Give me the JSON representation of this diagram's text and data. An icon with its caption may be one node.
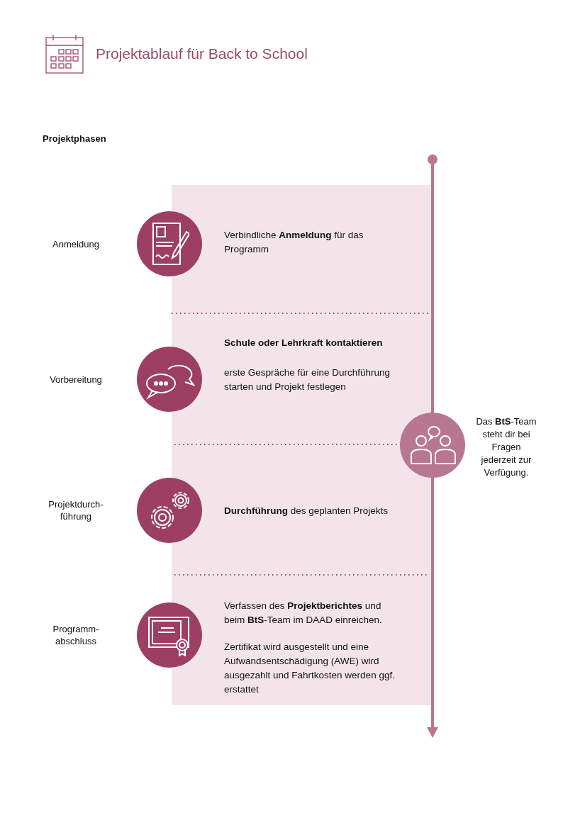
{
  "diagram": {
    "title": "Projektablauf für Back to School",
    "labels": [
      "Projektphasen",
      "Anmeldung",
      "Vorbereitung",
      "Projektdurch-führung",
      "Programm-abschluss"
    ],
    "nodes": [
      {
        "text": [],
        "shape": "circle",
        "beside": [
          "Verbindliche **Anmeldung** für das Programm"
        ]
      },
      {
        "text": [],
        "shape": "circle",
        "beside": [
          "Schule oder Lehrkraft kontaktieren",
          "erste Gespräche für eine Durchführung starten und Projekt festlegen"
        ]
      },
      {
        "text": [],
        "shape": "circle",
        "beside": [
          "Das **BtS**-Team steht dir bei Fragen jederzeit zur Verfügung."
        ]
      },
      {
        "text": [],
        "shape": "circle",
        "beside": [
          "**Durchführung** des geplanten Projekts"
        ]
      },
      {
        "text": [],
        "shape": "circle",
        "beside": [
          "Verfassen des **Projektberichtes** und beim **BtS**-Team im DAAD einreichen.",
          "Zertifikat wird ausgestellt und eine Aufwandsentschädigung (AWE) wird ausgezahlt und Fahrtkosten werden ggf. erstattet"
        ]
      }
    ]
  }
}
